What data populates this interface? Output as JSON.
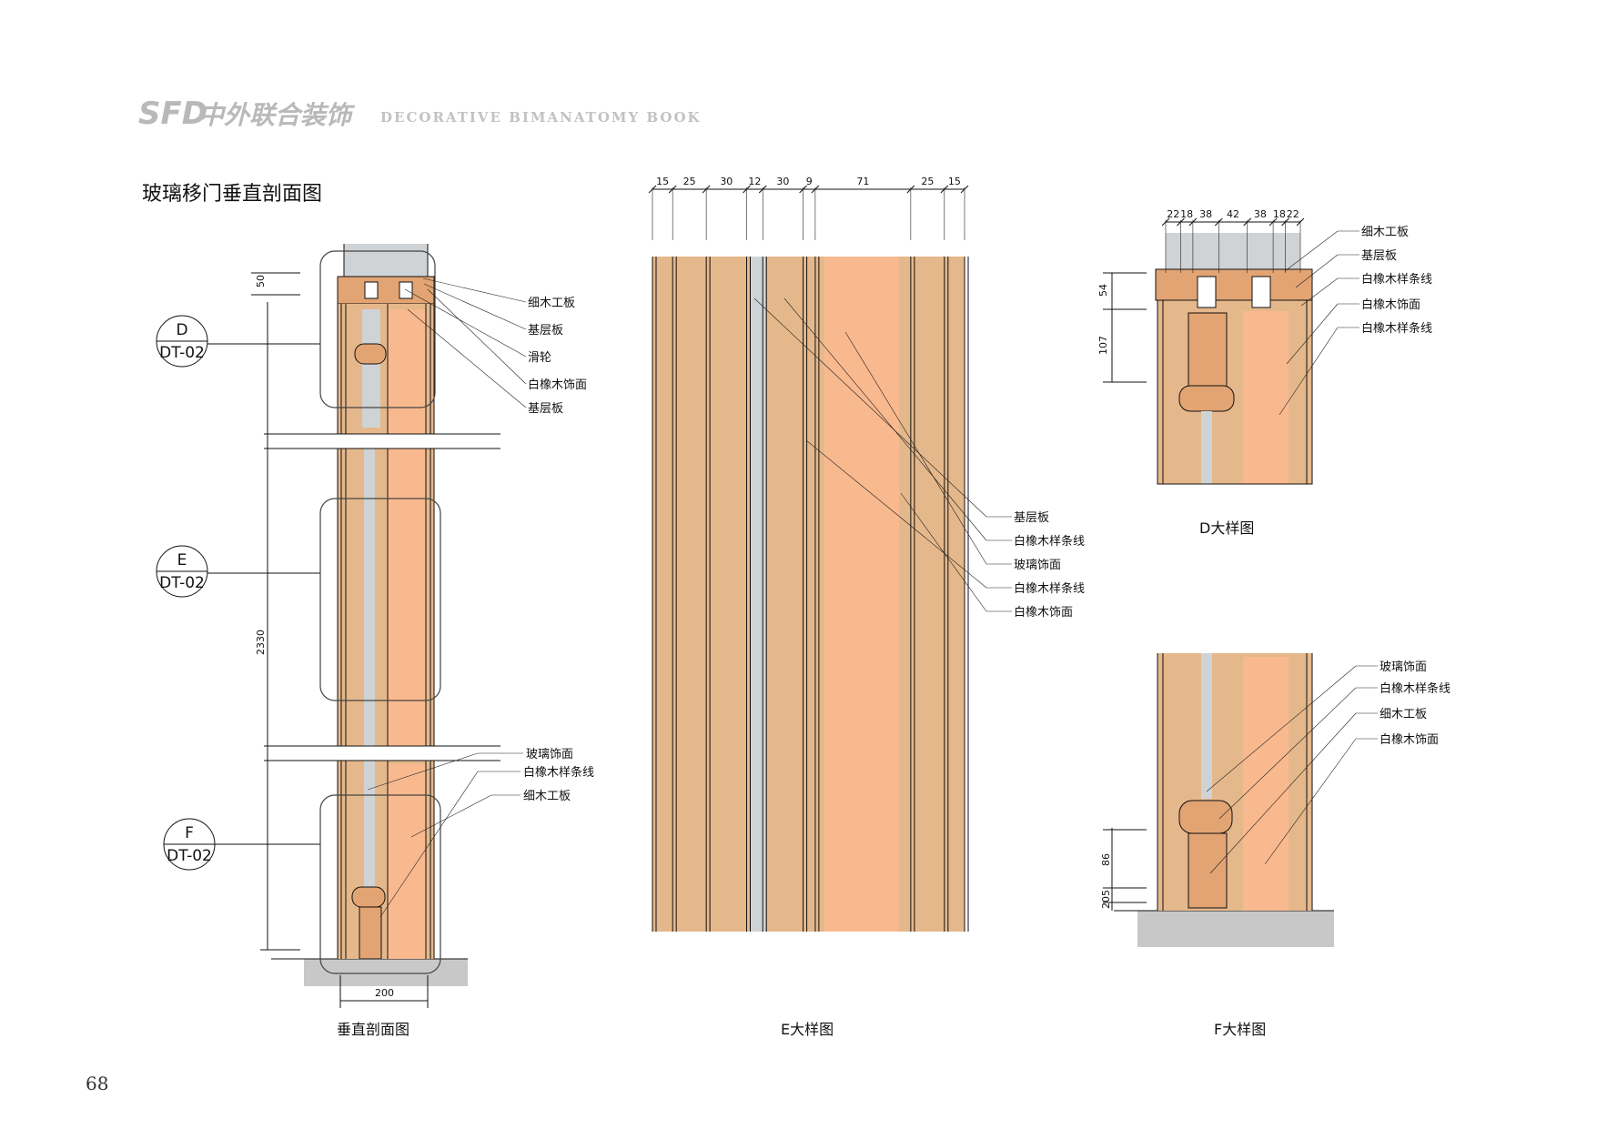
{
  "header": {
    "logo_mark": "SFD",
    "logo_cn": "中外联合装饰",
    "logo_en": "DECORATIVE BIMANATOMY BOOK"
  },
  "page_title": "玻璃移门垂直剖面图",
  "page_number": "68",
  "colors": {
    "wood_light": "#e5b88b",
    "wood_orange": "#f9b98f",
    "wood_dark": "#e2a472",
    "glass": "#cfd3d6",
    "floor": "#c8c8c8"
  },
  "section": {
    "caption": "垂直剖面图",
    "dims": {
      "top": "50",
      "height": "2330",
      "width": "200"
    },
    "callouts": [
      {
        "id": "D",
        "sheet": "DT-02"
      },
      {
        "id": "E",
        "sheet": "DT-02"
      },
      {
        "id": "F",
        "sheet": "DT-02"
      }
    ],
    "top_labels": [
      "细木工板",
      "基层板",
      "滑轮",
      "白橡木饰面",
      "基层板"
    ],
    "bottom_labels": [
      "玻璃饰面",
      "白橡木样条线",
      "细木工板"
    ]
  },
  "detail_e": {
    "caption": "E大样图",
    "dims": [
      "15",
      "25",
      "30",
      "12",
      "30",
      "9",
      "71",
      "25",
      "15"
    ],
    "labels": [
      "基层板",
      "白橡木样条线",
      "玻璃饰面",
      "白橡木样条线",
      "白橡木饰面"
    ]
  },
  "detail_d": {
    "caption": "D大样图",
    "dims": [
      "22",
      "18",
      "38",
      "42",
      "38",
      "18",
      "22"
    ],
    "vdims": [
      "54",
      "107"
    ],
    "labels": [
      "细木工板",
      "基层板",
      "白橡木样条线",
      "白橡木饰面",
      "白橡木样条线"
    ]
  },
  "detail_f": {
    "caption": "F大样图",
    "vdims": [
      "86",
      "5",
      "20"
    ],
    "labels": [
      "玻璃饰面",
      "白橡木样条线",
      "细木工板",
      "白橡木饰面"
    ]
  }
}
